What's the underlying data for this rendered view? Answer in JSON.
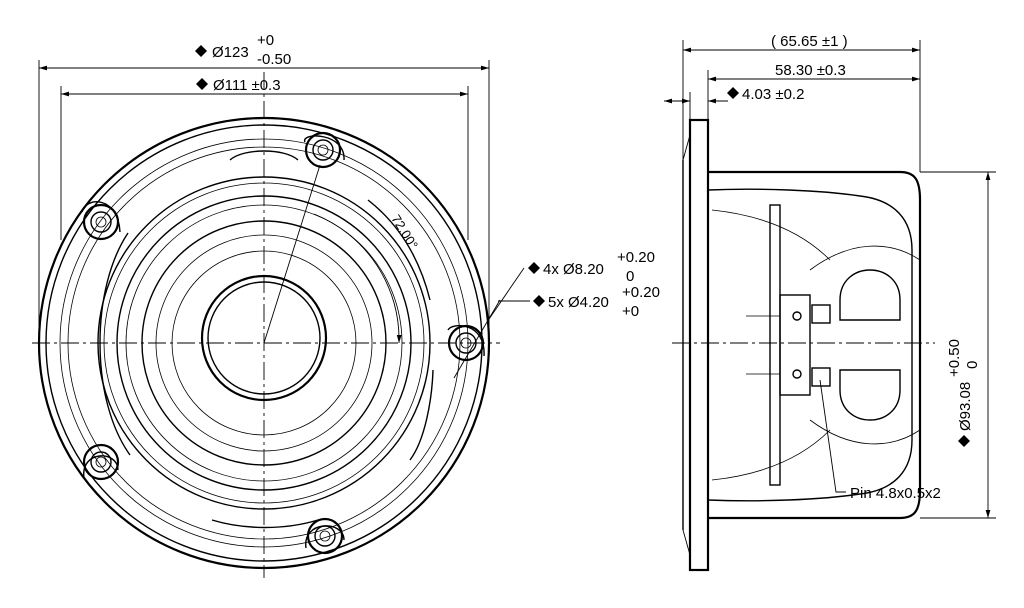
{
  "front_view": {
    "outer_dia": {
      "sym": "Ø",
      "nominal": "123",
      "tol_upper": "+0",
      "tol_lower": "-0.50"
    },
    "flange_dia": {
      "text": "Ø111",
      "tol": "±0.3"
    },
    "angle": "72.00°",
    "holes_large": {
      "prefix": "4x ",
      "text": "Ø8.20",
      "tol_upper": "+0.20",
      "tol_lower": "0"
    },
    "holes_small": {
      "prefix": "5x ",
      "text": "Ø4.20",
      "tol_upper": "+0.20",
      "tol_lower": "+0"
    }
  },
  "side_view": {
    "overall_depth": "( 65.65 ±1 )",
    "body_depth": "58.30 ±0.3",
    "flange_thickness": "4.03 ±0.2",
    "body_dia": {
      "text": "Ø93.08",
      "tol_upper": "+0.50",
      "tol_lower": "0"
    },
    "pin_label": "Pin 4.8x0.5x2"
  }
}
